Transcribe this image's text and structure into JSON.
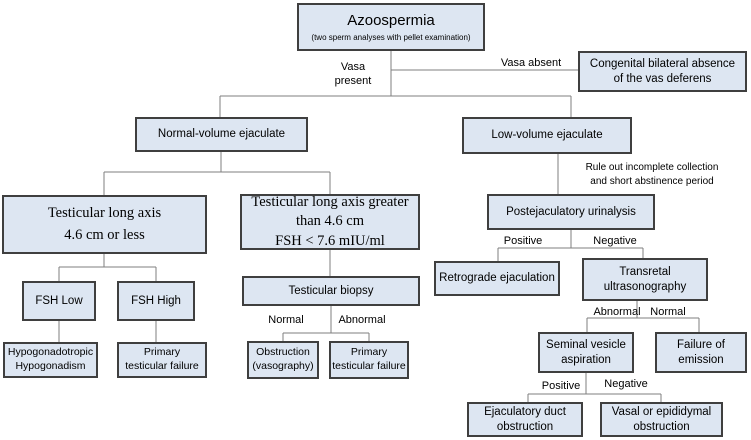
{
  "diagram": {
    "root": {
      "title": "Azoospermia",
      "subtitle": "(two sperm analyses with pellet examination)"
    },
    "nodes": {
      "cbavd": "Congenital bilateral absence\nof the vas deferens",
      "normal_volume": "Normal-volume ejaculate",
      "low_volume": "Low-volume ejaculate",
      "testis_small": "Testicular long axis\n4.6 cm or less",
      "testis_large": "Testicular long axis greater\nthan 4.6 cm\nFSH < 7.6 mIU/ml",
      "fsh_low": "FSH Low",
      "fsh_high": "FSH High",
      "hypogonadotropic": "Hypogonadotropic\nHypogonadism",
      "primary_testicular_failure": "Primary\ntesticular failure",
      "testicular_biopsy": "Testicular biopsy",
      "obstruction_vasography": "Obstruction\n(vasography)",
      "postejaculatory_urinalysis": "Postejaculatory urinalysis",
      "retrograde_ejaculation": "Retrograde ejaculation",
      "transretal_ultrasonography": "Transretal\nultrasonography",
      "seminal_vesicle_aspiration": "Seminal vesicle\naspiration",
      "failure_of_emission": "Failure of\nemission",
      "ejaculatory_duct_obstruction": "Ejaculatory duct\nobstruction",
      "vasal_epididymal_obstruction": "Vasal or epididymal\nobstruction"
    },
    "edge_labels": {
      "vasa_present": "Vasa\npresent",
      "vasa_absent": "Vasa absent",
      "rule_out_note": "Rule out incomplete collection\nand short abstinence period",
      "normal": "Normal",
      "abnormal": "Abnormal",
      "positive": "Positive",
      "negative": "Negative"
    },
    "colors": {
      "box_fill": "#dde6f2",
      "box_border": "#3f3f3f",
      "line": "#7f7f7f"
    }
  }
}
